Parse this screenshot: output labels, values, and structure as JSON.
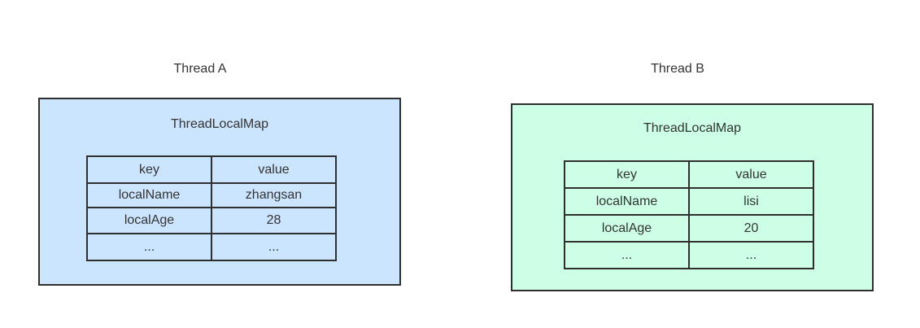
{
  "threads": [
    {
      "title": "Thread A",
      "map_title": "ThreadLocalMap",
      "fill_color": "#cce5fe",
      "headers": [
        "key",
        "value"
      ],
      "rows": [
        [
          "localName",
          "zhangsan"
        ],
        [
          "localAge",
          "28"
        ],
        [
          "...",
          "..."
        ]
      ]
    },
    {
      "title": "Thread B",
      "map_title": "ThreadLocalMap",
      "fill_color": "#ccffe6",
      "headers": [
        "key",
        "value"
      ],
      "rows": [
        [
          "localName",
          "lisi"
        ],
        [
          "localAge",
          "20"
        ],
        [
          "...",
          "..."
        ]
      ]
    }
  ]
}
